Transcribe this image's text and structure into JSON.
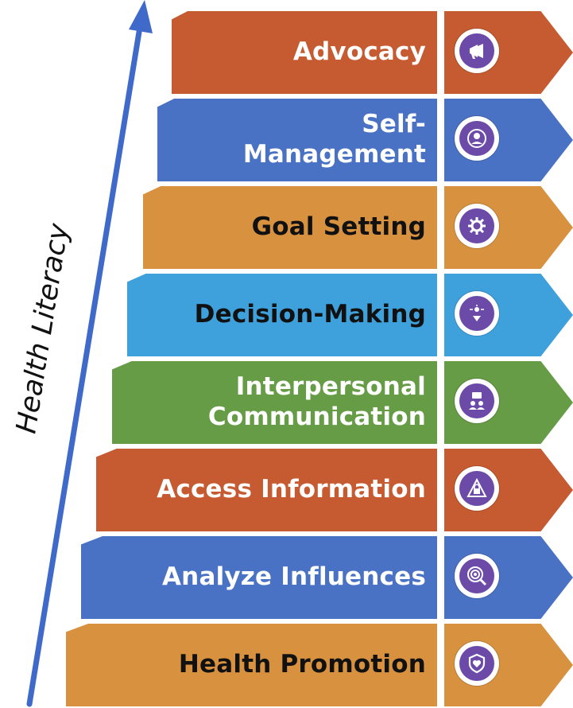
{
  "axis_label": "Health Literacy",
  "colors": {
    "arrow": "#3f6ac9",
    "badge_ring": "#6b4aa8",
    "text_light": "#ffffff",
    "text_dark": "#111111"
  },
  "steps": [
    {
      "label": "Advocacy",
      "lines": [
        "Advocacy"
      ],
      "color": "#c65a30",
      "icon": "megaphone-icon",
      "text_color": "#ffffff"
    },
    {
      "label": "Self-Management",
      "lines": [
        "Self-",
        "Management"
      ],
      "color": "#4a72c4",
      "icon": "person-gear-icon",
      "text_color": "#ffffff"
    },
    {
      "label": "Goal Setting",
      "lines": [
        "Goal Setting"
      ],
      "color": "#d8923f",
      "icon": "gear-icon",
      "text_color": "#111111"
    },
    {
      "label": "Decision-Making",
      "lines": [
        "Decision-Making"
      ],
      "color": "#3fa1dc",
      "icon": "decision-icon",
      "text_color": "#111111"
    },
    {
      "label": "Interpersonal Communication",
      "lines": [
        "Interpersonal",
        "Communication"
      ],
      "color": "#679c46",
      "icon": "people-chat-icon",
      "text_color": "#ffffff"
    },
    {
      "label": "Access Information",
      "lines": [
        "Access Information"
      ],
      "color": "#c65a30",
      "icon": "warning-lock-icon",
      "text_color": "#ffffff"
    },
    {
      "label": "Analyze Influences",
      "lines": [
        "Analyze Influences"
      ],
      "color": "#4a72c4",
      "icon": "target-magnifier-icon",
      "text_color": "#ffffff"
    },
    {
      "label": "Health Promotion",
      "lines": [
        "Health Promotion"
      ],
      "color": "#d8923f",
      "icon": "shield-heart-icon",
      "text_color": "#111111"
    }
  ]
}
